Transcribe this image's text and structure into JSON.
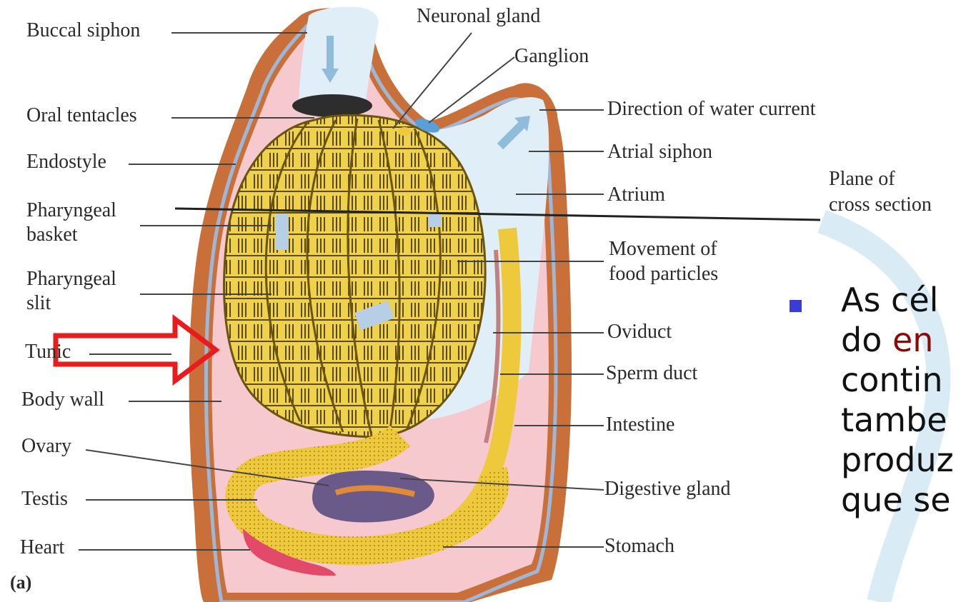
{
  "figure": {
    "panel_label": "(a)",
    "labels_left": {
      "buccal_siphon": "Buccal siphon",
      "oral_tentacles": "Oral tentacles",
      "endostyle": "Endostyle",
      "pharyngeal_basket_1": "Pharyngeal",
      "pharyngeal_basket_2": "basket",
      "pharyngeal_slit_1": "Pharyngeal",
      "pharyngeal_slit_2": "slit",
      "tunic": "Tunic",
      "body_wall": "Body wall",
      "ovary": "Ovary",
      "testis": "Testis",
      "heart": "Heart"
    },
    "labels_right": {
      "neuronal_gland": "Neuronal gland",
      "ganglion": "Ganglion",
      "direction_water": "Direction of water current",
      "atrial_siphon": "Atrial siphon",
      "atrium": "Atrium",
      "plane_1": "Plane of",
      "plane_2": "cross section",
      "movement_1": "Movement of",
      "movement_2": "food particles",
      "oviduct": "Oviduct",
      "sperm_duct": "Sperm duct",
      "intestine": "Intestine",
      "digestive_gland": "Digestive gland",
      "stomach": "Stomach"
    },
    "colors": {
      "tunic": "#c9703a",
      "body": "#f6c9cf",
      "basket": "#f0d24a",
      "water": "#dfeef7",
      "highlight_arrow": "#e81c1c"
    }
  },
  "slide_text": {
    "line1_a": "As cél",
    "line2_a": "do ",
    "line2_b": "en",
    "line3": "contin",
    "line4": "tambe",
    "line5": "produz",
    "line6": "que se"
  }
}
